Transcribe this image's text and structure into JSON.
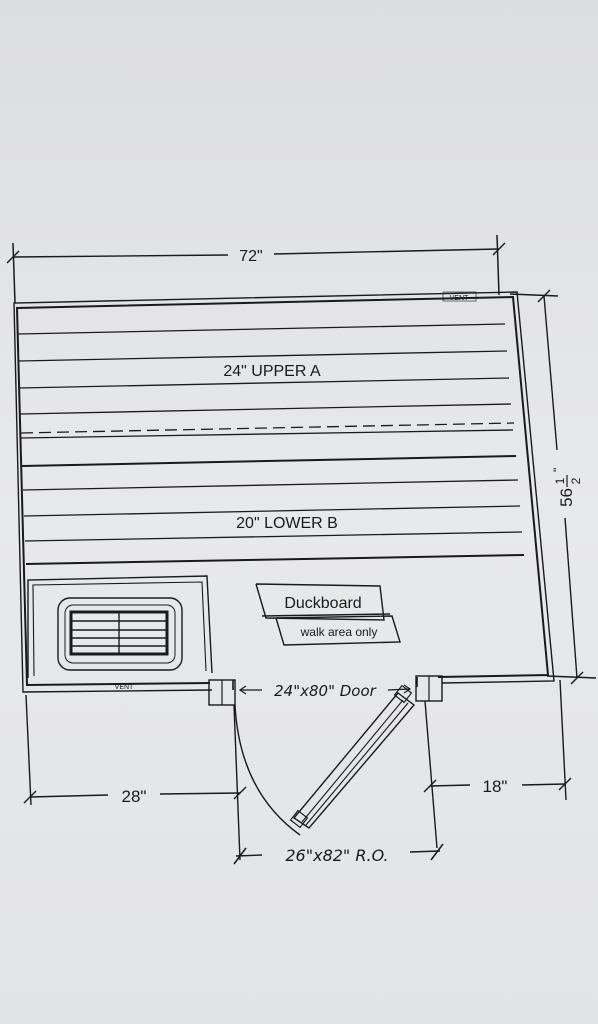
{
  "dimensions": {
    "width": "72\"",
    "height_whole": "56",
    "height_num": "1",
    "height_den": "2",
    "left_offset": "28\"",
    "right_offset": "18\"",
    "door": "24\"x80\" Door",
    "rough_opening": "26\"x82\" R.O."
  },
  "labels": {
    "upper_bench": "24\" UPPER A",
    "lower_bench": "20\" LOWER B",
    "duckboard": "Duckboard",
    "walk_area": "walk area only",
    "vent_top": "VENT",
    "vent_bottom": "VENT"
  }
}
